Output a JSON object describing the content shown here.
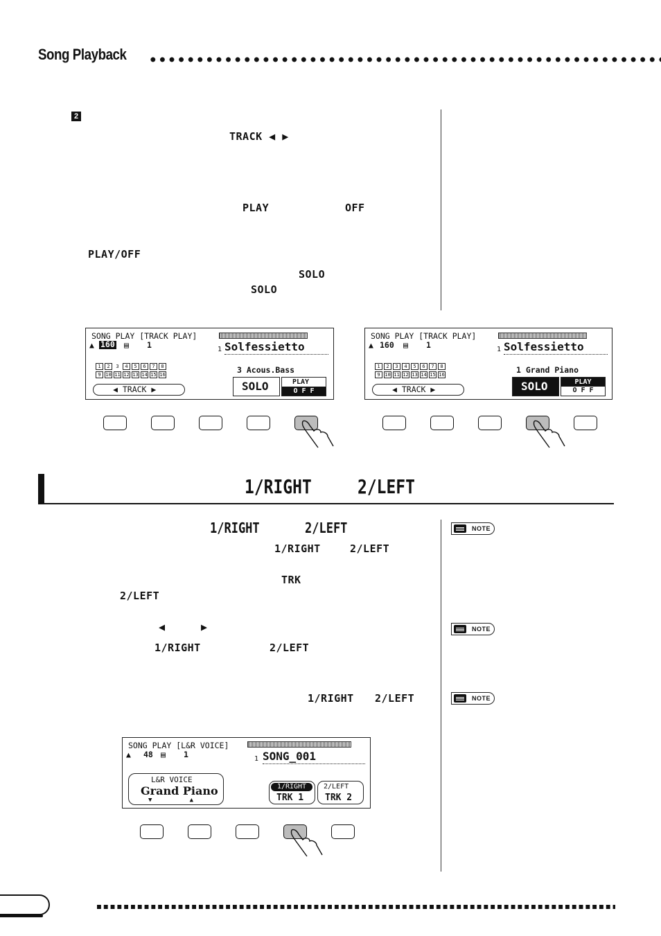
{
  "header": {
    "title": "Song Playback"
  },
  "step": {
    "marker": "2",
    "track_keyword": "TRACK ◀ ▶",
    "play_keyword": "PLAY",
    "off_keyword": "OFF",
    "playoff_keyword": "PLAY/OFF",
    "solo_keyword_1": "SOLO",
    "solo_keyword_2": "SOLO"
  },
  "lcd_track_play_1": {
    "title": "SONG PLAY [TRACK PLAY]",
    "tempo": "160",
    "measure": "1",
    "song_num": "1",
    "song_name": "Solfessietto",
    "tracks_row1": [
      "1",
      "2",
      "3",
      "4",
      "5",
      "6",
      "7",
      "8"
    ],
    "tracks_row2": [
      "9",
      "10",
      "11",
      "12",
      "13",
      "14",
      "15",
      "16"
    ],
    "track_label": "◀ TRACK ▶",
    "voice": "3 Acous.Bass",
    "solo": "SOLO",
    "play": "PLAY",
    "off": "O F F"
  },
  "lcd_track_play_2": {
    "title": "SONG PLAY [TRACK PLAY]",
    "tempo": "160",
    "measure": "1",
    "song_num": "1",
    "song_name": "Solfessietto",
    "tracks_row1": [
      "1",
      "2",
      "3",
      "4",
      "5",
      "6",
      "7",
      "8"
    ],
    "tracks_row2": [
      "9",
      "10",
      "11",
      "12",
      "13",
      "14",
      "15",
      "16"
    ],
    "track_label": "◀ TRACK ▶",
    "voice": "1 Grand Piano",
    "solo": "SOLO",
    "play": "PLAY",
    "off": "O F F"
  },
  "section": {
    "title_right": "1/RIGHT",
    "title_left": "2/LEFT",
    "sub_right": "1/RIGHT",
    "sub_left": "2/LEFT",
    "kw_right_1": "1/RIGHT",
    "kw_left_1": "2/LEFT",
    "kw_trk": "TRK",
    "kw_left_2": "2/LEFT",
    "kw_arrow_left": "◀",
    "kw_arrow_right": "▶",
    "kw_right_2": "1/RIGHT",
    "kw_left_3": "2/LEFT",
    "kw_right_3": "1/RIGHT",
    "kw_left_4": "2/LEFT",
    "note_label": "NOTE"
  },
  "lcd_lr_voice": {
    "title": "SONG PLAY [L&R VOICE]",
    "tempo": "48",
    "measure": "1",
    "song_num": "1",
    "song_name": "SONG_001",
    "box_title": "L&R VOICE",
    "voice": "Grand Piano",
    "arrows": "▼          ▲",
    "right_label": "1/RIGHT",
    "right_trk": "TRK 1",
    "left_label": "2/LEFT",
    "left_trk": "TRK 2"
  }
}
